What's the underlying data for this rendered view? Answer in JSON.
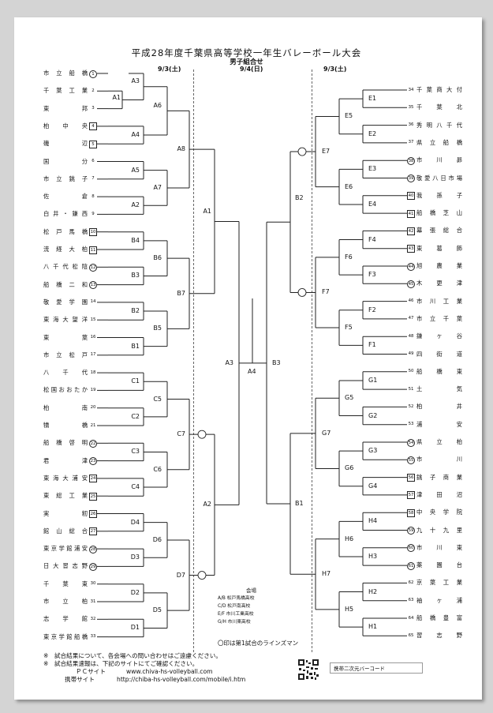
{
  "title": "平成28年度千葉県高等学校一年生バレーボール大会",
  "subtitle": "男子組合せ",
  "dates": {
    "left": "9/3(土)",
    "center": "9/4(日)",
    "right": "9/3(土)"
  },
  "left_teams": [
    {
      "name": "市立船橋",
      "num": "1",
      "mark": "circle"
    },
    {
      "name": "千葉工業",
      "num": "2",
      "mark": ""
    },
    {
      "name": "東邦",
      "num": "3",
      "mark": ""
    },
    {
      "name": "柏中央",
      "num": "4",
      "mark": "box"
    },
    {
      "name": "磯辺",
      "num": "5",
      "mark": "box"
    },
    {
      "name": "国分",
      "num": "6",
      "mark": ""
    },
    {
      "name": "市立銚子",
      "num": "7",
      "mark": ""
    },
    {
      "name": "佐倉",
      "num": "8",
      "mark": ""
    },
    {
      "name": "白井・鎌西",
      "num": "9",
      "mark": ""
    },
    {
      "name": "松戸馬橋",
      "num": "10",
      "mark": "box"
    },
    {
      "name": "流経大柏",
      "num": "11",
      "mark": "box"
    },
    {
      "name": "八千代松陰",
      "num": "12",
      "mark": "circle"
    },
    {
      "name": "船橋二和",
      "num": "13",
      "mark": "circle"
    },
    {
      "name": "敬愛学園",
      "num": "14",
      "mark": ""
    },
    {
      "name": "東海大望洋",
      "num": "15",
      "mark": ""
    },
    {
      "name": "東葉",
      "num": "16",
      "mark": ""
    },
    {
      "name": "市立松戸",
      "num": "17",
      "mark": ""
    },
    {
      "name": "八千代",
      "num": "18",
      "mark": ""
    },
    {
      "name": "松国おおたか",
      "num": "19",
      "mark": ""
    },
    {
      "name": "柏南",
      "num": "20",
      "mark": ""
    },
    {
      "name": "犢橋",
      "num": "21",
      "mark": ""
    },
    {
      "name": "船橋啓明",
      "num": "22",
      "mark": "circle"
    },
    {
      "name": "君津",
      "num": "23",
      "mark": "circle"
    },
    {
      "name": "東海大浦安",
      "num": "24",
      "mark": "box"
    },
    {
      "name": "東総工業",
      "num": "25",
      "mark": "box"
    },
    {
      "name": "実籾",
      "num": "26",
      "mark": "box"
    },
    {
      "name": "館山総合",
      "num": "27",
      "mark": "box"
    },
    {
      "name": "東京学館浦安",
      "num": "28",
      "mark": "circle"
    },
    {
      "name": "日大習志野",
      "num": "29",
      "mark": "circle"
    },
    {
      "name": "千葉東",
      "num": "30",
      "mark": ""
    },
    {
      "name": "市立柏",
      "num": "31",
      "mark": ""
    },
    {
      "name": "志学館",
      "num": "32",
      "mark": ""
    },
    {
      "name": "東京学館船橋",
      "num": "33",
      "mark": ""
    }
  ],
  "right_teams": [
    {
      "name": "千葉商大付",
      "num": "34",
      "mark": ""
    },
    {
      "name": "千葉北",
      "num": "35",
      "mark": ""
    },
    {
      "name": "秀明八千代",
      "num": "36",
      "mark": ""
    },
    {
      "name": "県立船橋",
      "num": "37",
      "mark": ""
    },
    {
      "name": "市川昴",
      "num": "38",
      "mark": "circle"
    },
    {
      "name": "敬愛八日市場",
      "num": "39",
      "mark": "circle"
    },
    {
      "name": "我孫子",
      "num": "40",
      "mark": "box"
    },
    {
      "name": "船橋芝山",
      "num": "41",
      "mark": "box"
    },
    {
      "name": "幕張総合",
      "num": "42",
      "mark": "box"
    },
    {
      "name": "東葛飾",
      "num": "43",
      "mark": "box"
    },
    {
      "name": "旭農業",
      "num": "44",
      "mark": "circle"
    },
    {
      "name": "木更津",
      "num": "45",
      "mark": "circle"
    },
    {
      "name": "市川工業",
      "num": "46",
      "mark": ""
    },
    {
      "name": "市立千葉",
      "num": "47",
      "mark": ""
    },
    {
      "name": "鎌ヶ谷",
      "num": "48",
      "mark": ""
    },
    {
      "name": "四街道",
      "num": "49",
      "mark": ""
    },
    {
      "name": "船橋東",
      "num": "50",
      "mark": ""
    },
    {
      "name": "土気",
      "num": "51",
      "mark": ""
    },
    {
      "name": "柏井",
      "num": "52",
      "mark": ""
    },
    {
      "name": "浦安",
      "num": "53",
      "mark": ""
    },
    {
      "name": "県立柏",
      "num": "54",
      "mark": "circle"
    },
    {
      "name": "市川",
      "num": "55",
      "mark": "circle"
    },
    {
      "name": "銚子商業",
      "num": "56",
      "mark": "box"
    },
    {
      "name": "津田沼",
      "num": "57",
      "mark": "box"
    },
    {
      "name": "中央学院",
      "num": "58",
      "mark": "box"
    },
    {
      "name": "九十九里",
      "num": "59",
      "mark": "circle"
    },
    {
      "name": "市川東",
      "num": "60",
      "mark": "circle"
    },
    {
      "name": "薬園台",
      "num": "61",
      "mark": "circle"
    },
    {
      "name": "京葉工業",
      "num": "62",
      "mark": ""
    },
    {
      "name": "袖ヶ浦",
      "num": "63",
      "mark": ""
    },
    {
      "name": "船橋豊富",
      "num": "64",
      "mark": ""
    },
    {
      "name": "習志野",
      "num": "65",
      "mark": ""
    }
  ],
  "match_labels": {
    "A1": "A1",
    "A2": "A2",
    "A3": "A3",
    "A4": "A4",
    "A5": "A5",
    "A6": "A6",
    "A7": "A7",
    "A8": "A8",
    "B1": "B1",
    "B2": "B2",
    "B3": "B3",
    "B4": "B4",
    "B5": "B5",
    "B6": "B6",
    "B7": "B7",
    "C1": "C1",
    "C2": "C2",
    "C3": "C3",
    "C4": "C4",
    "C5": "C5",
    "C6": "C6",
    "C7": "C7",
    "D1": "D1",
    "D2": "D2",
    "D3": "D3",
    "D4": "D4",
    "D5": "D5",
    "D6": "D6",
    "D7": "D7",
    "E1": "E1",
    "E2": "E2",
    "E3": "E3",
    "E4": "E4",
    "E5": "E5",
    "E6": "E6",
    "E7": "E7",
    "F1": "F1",
    "F2": "F2",
    "F3": "F3",
    "F4": "F4",
    "F5": "F5",
    "F6": "F6",
    "F7": "F7",
    "G1": "G1",
    "G2": "G2",
    "G3": "G3",
    "G4": "G4",
    "G5": "G5",
    "G6": "G6",
    "G7": "G7",
    "H1": "H1",
    "H2": "H2",
    "H3": "H3",
    "H4": "H4",
    "H5": "H5",
    "H6": "H6",
    "H7": "H7"
  },
  "venues": {
    "heading": "会場",
    "items": [
      "A/B 松戸馬橋高校",
      "C/D 松戸南高校",
      "E/F 市川工業高校",
      "G/H 市川東高校"
    ]
  },
  "legend": "〇印は第1試合のラインズマン",
  "notes": {
    "line1": "※　試合結果について、各会場への問い合わせはご遠慮ください。",
    "line2": "※　試合結果速報は、下記のサイトにてご確認ください。",
    "pc_label": "ＰＣサイト",
    "pc_url": "www.chiva-hs-volleyball.com",
    "mobile_label": "携帯サイト",
    "mobile_url": "http://chiba-hs-volleyball.com/mobile/i.htm"
  },
  "qr_label": "携帯二次元バーコード"
}
